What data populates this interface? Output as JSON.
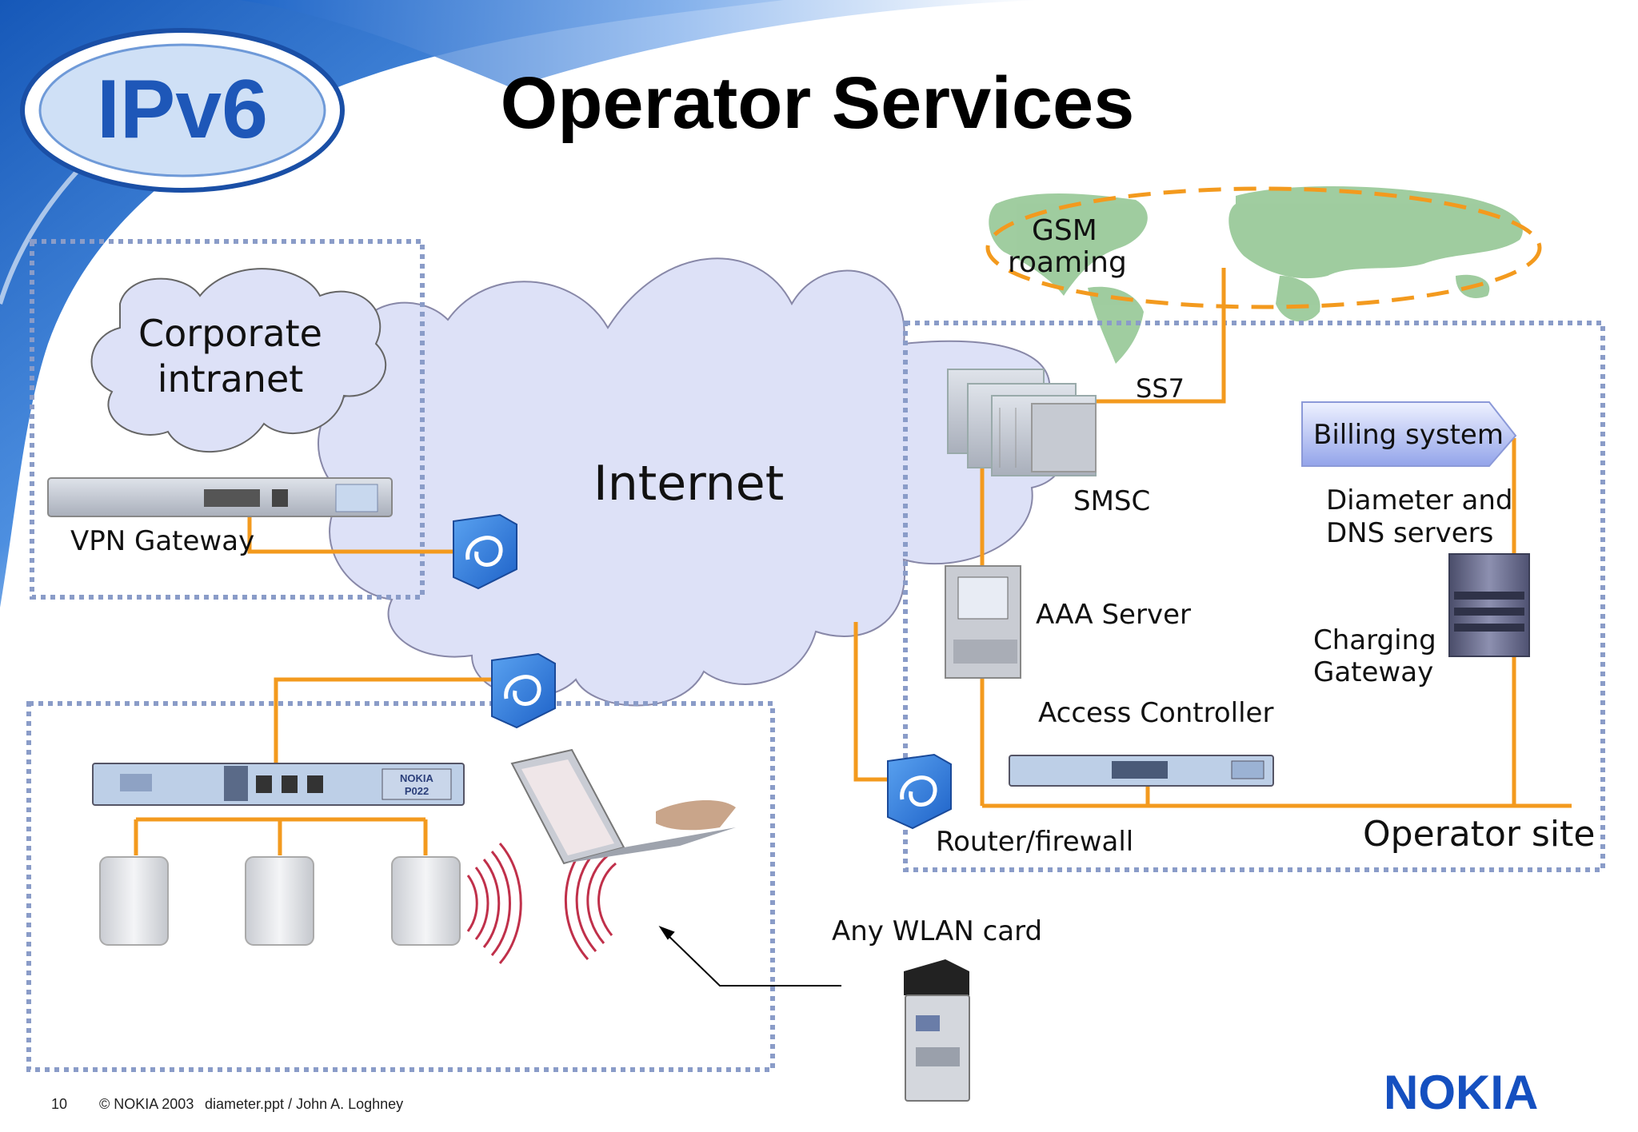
{
  "slide": {
    "title": "Operator Services",
    "logo_text": "IPv6",
    "brand": "NOKIA",
    "page_number": "10",
    "copyright": "© NOKIA 2003",
    "file_author": "diameter.ppt / John A. Loghney"
  },
  "labels": {
    "corporate_intranet_line1": "Corporate",
    "corporate_intranet_line2": "intranet",
    "vpn_gateway": "VPN Gateway",
    "internet": "Internet",
    "gsm_line1": "GSM",
    "gsm_line2": "roaming",
    "ss7": "SS7",
    "smsc": "SMSC",
    "billing_system": "Billing system",
    "diameter_line1": "Diameter and",
    "diameter_line2": "DNS servers",
    "aaa_server": "AAA Server",
    "charging_line1": "Charging",
    "charging_line2": "Gateway",
    "access_controller": "Access Controller",
    "router_firewall": "Router/firewall",
    "operator_site": "Operator site",
    "any_wlan_card": "Any WLAN card",
    "device_brand": "NOKIA",
    "device_model": "P022"
  },
  "colors": {
    "link": "#f39a1e",
    "cloud_fill": "#dde1f7",
    "dotted_border": "#8a9cc8",
    "router_blue": "#2f7fe0",
    "brand_blue": "#1550c0",
    "billing_arrow": "#b9c4f2"
  },
  "icons": [
    "router-firewall-icon",
    "server-rack-icon",
    "workstation-icon",
    "tower-server-icon",
    "access-point-icon",
    "laptop-icon",
    "wlan-card-icon",
    "world-map-icon"
  ]
}
